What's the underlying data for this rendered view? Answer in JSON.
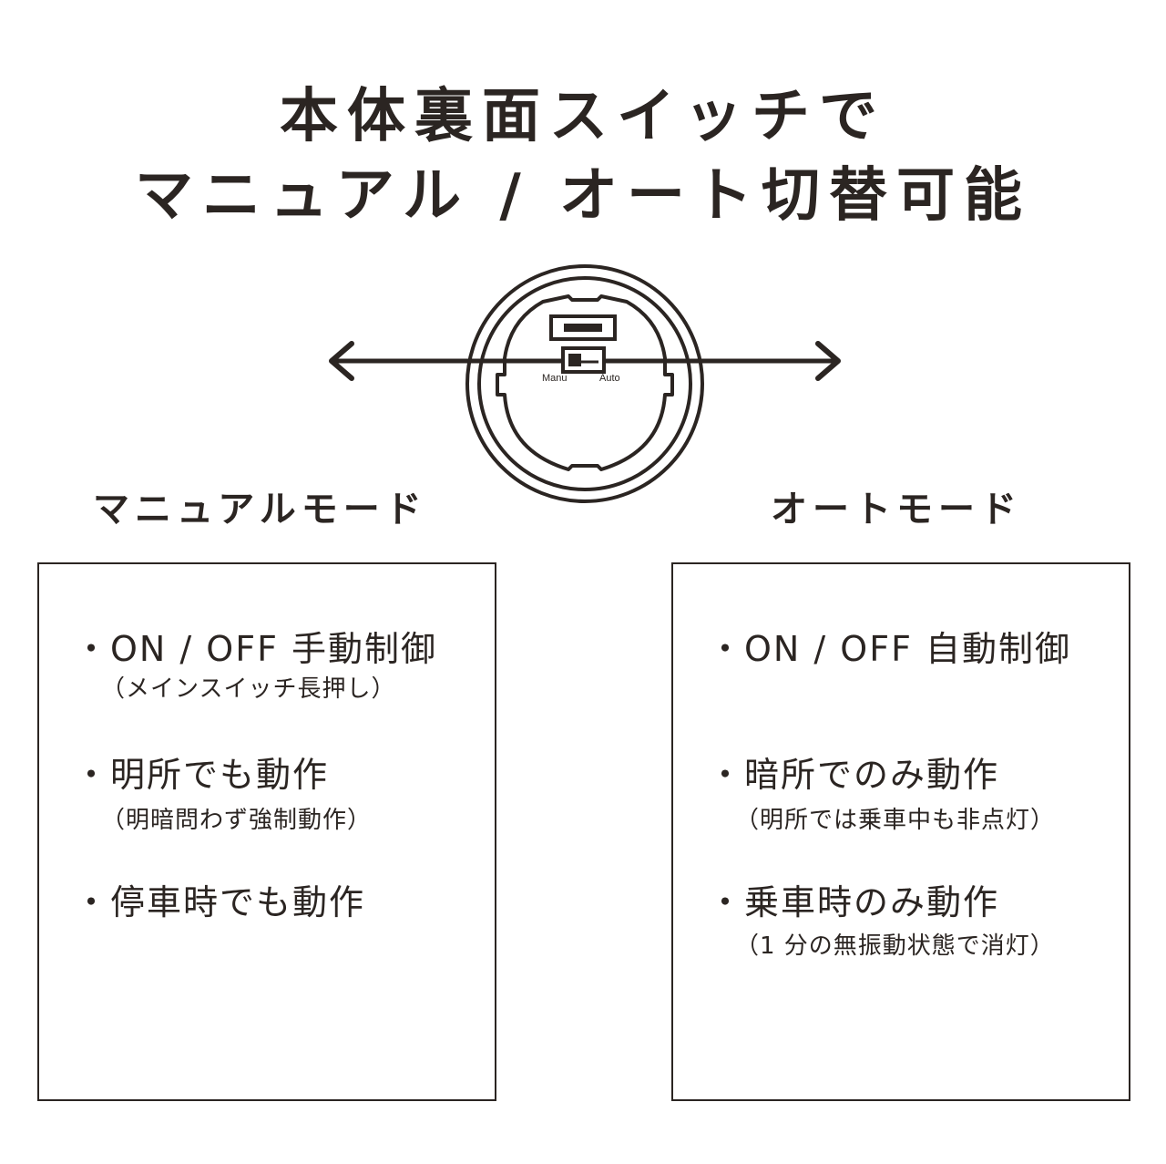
{
  "title": {
    "line1": "本体裏面スイッチで",
    "line2": "マニュアル / オート切替可能"
  },
  "device": {
    "manual_label": "Manu",
    "auto_label": "Auto"
  },
  "manual_mode": {
    "heading": "マニュアルモード",
    "items": [
      {
        "text": "・ON / OFF 手動制御",
        "note": "（メインスイッチ長押し）"
      },
      {
        "text": "・明所でも動作",
        "note": "（明暗問わず強制動作）"
      },
      {
        "text": "・停車時でも動作",
        "note": ""
      }
    ]
  },
  "auto_mode": {
    "heading": "オートモード",
    "items": [
      {
        "text": "・ON / OFF 自動制御",
        "note": ""
      },
      {
        "text": "・暗所でのみ動作",
        "note": "（明所では乗車中も非点灯）"
      },
      {
        "text": "・乗車時のみ動作",
        "note": "（1 分の無振動状態で消灯）"
      }
    ]
  },
  "colors": {
    "ink": "#2b2522",
    "background": "#ffffff"
  }
}
